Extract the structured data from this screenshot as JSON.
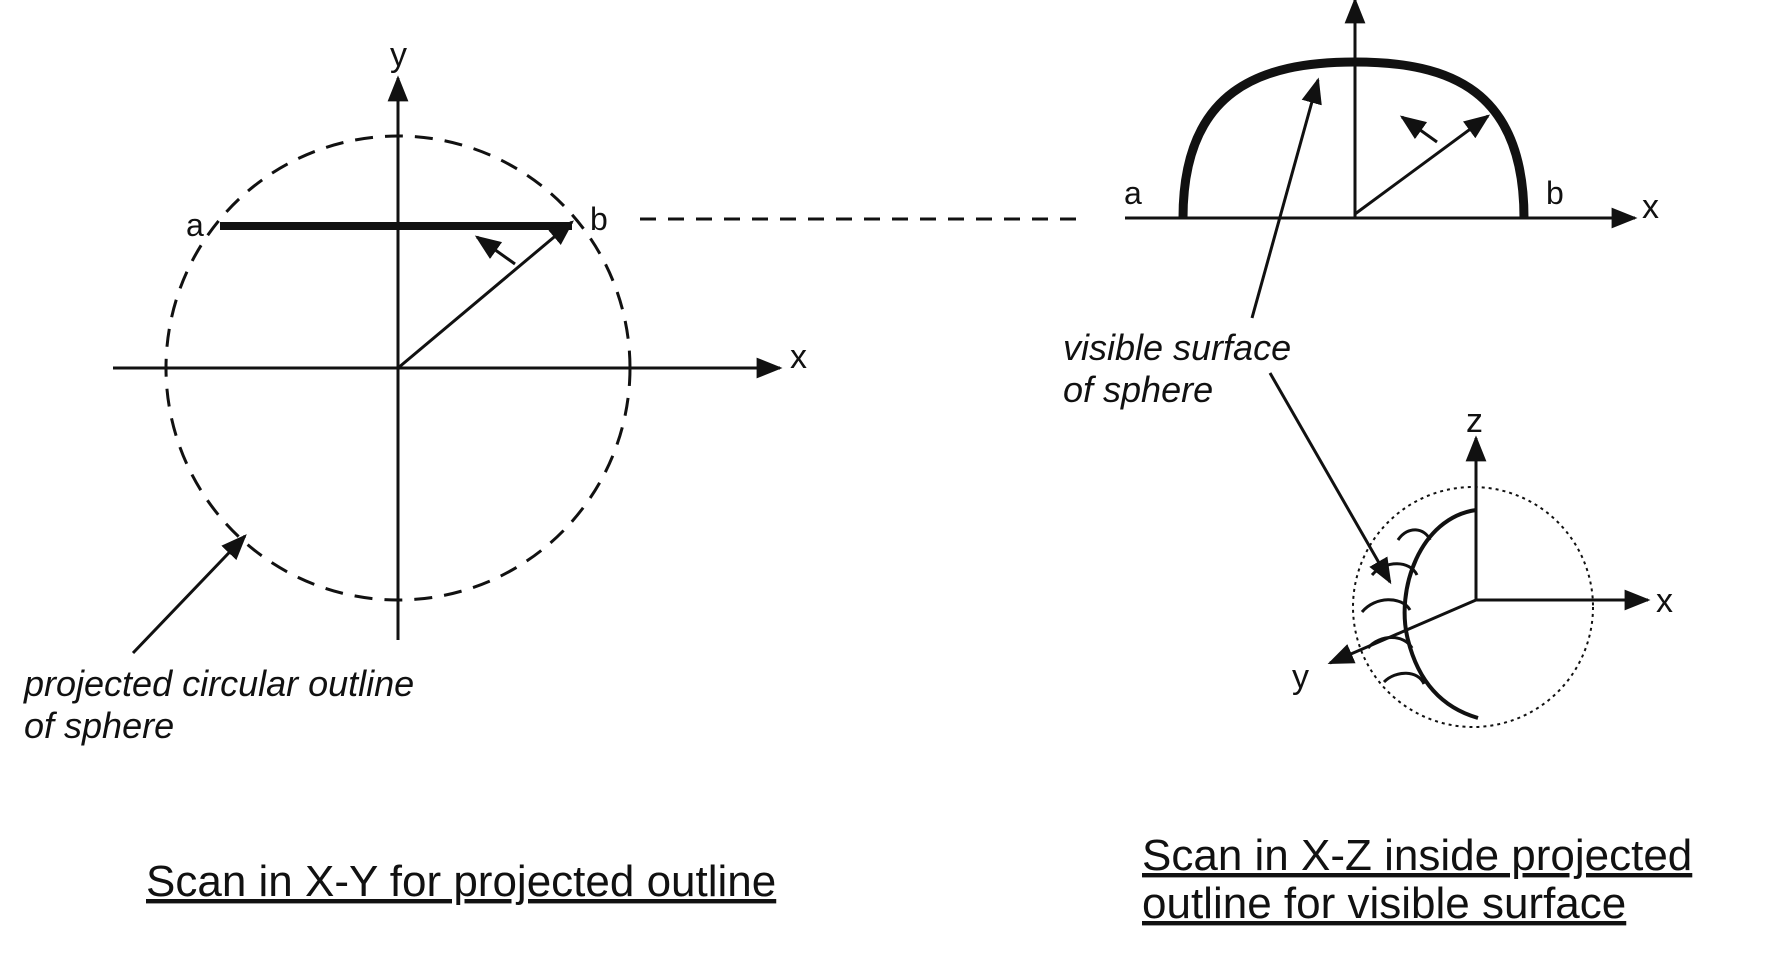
{
  "colors": {
    "ink": "#111111",
    "background": "#ffffff"
  },
  "left_panel": {
    "axis_y": "y",
    "axis_x": "x",
    "point_a": "a",
    "point_b": "b",
    "annotation_line1": "projected circular outline",
    "annotation_line2": "of sphere",
    "caption": "Scan in X-Y for projected outline"
  },
  "right_panel": {
    "axis_x": "x",
    "point_a": "a",
    "point_b": "b",
    "annotation_line1": "visible surface",
    "annotation_line2": "of sphere",
    "small_axis_z": "z",
    "small_axis_x": "x",
    "small_axis_y": "y",
    "caption_line1": "Scan in X-Z inside projected",
    "caption_line2": "outline for visible surface"
  }
}
